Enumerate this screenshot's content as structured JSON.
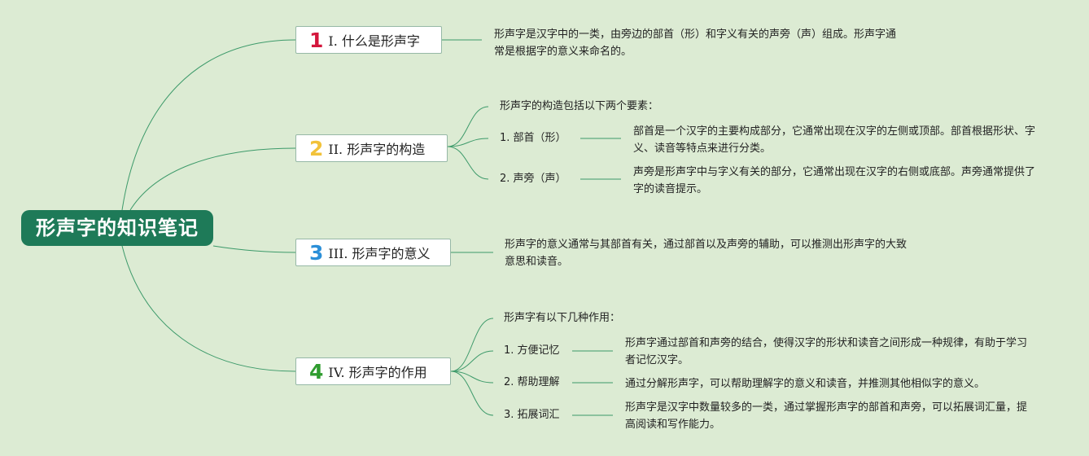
{
  "root": {
    "title": "形声字的知识笔记"
  },
  "topics": [
    {
      "num": "1",
      "num_color": "#d4163c",
      "title": "I. 什么是形声字",
      "desc": "形声字是汉字中的一类，由旁边的部首（形）和字义有关的声旁（声）组成。形声字通常是根据字的意义来命名的。"
    },
    {
      "num": "2",
      "num_color": "#f2c23a",
      "title": "II. 形声字的构造",
      "intro": "形声字的构造包括以下两个要素：",
      "items": [
        {
          "label": "1. 部首（形）",
          "desc": "部首是一个汉字的主要构成部分，它通常出现在汉字的左侧或顶部。部首根据形状、字义、读音等特点来进行分类。"
        },
        {
          "label": "2. 声旁（声）",
          "desc": "声旁是形声字中与字义有关的部分，它通常出现在汉字的右侧或底部。声旁通常提供了字的读音提示。"
        }
      ]
    },
    {
      "num": "3",
      "num_color": "#2b8fd8",
      "title": "III. 形声字的意义",
      "desc": "形声字的意义通常与其部首有关，通过部首以及声旁的辅助，可以推测出形声字的大致意思和读音。"
    },
    {
      "num": "4",
      "num_color": "#2f9c2f",
      "title": "IV. 形声字的作用",
      "intro": "形声字有以下几种作用：",
      "items": [
        {
          "label": "1. 方便记忆",
          "desc": "形声字通过部首和声旁的结合，使得汉字的形状和读音之间形成一种规律，有助于学习者记忆汉字。"
        },
        {
          "label": "2. 帮助理解",
          "desc": "通过分解形声字，可以帮助理解字的意义和读音，并推测其他相似字的意义。"
        },
        {
          "label": "3. 拓展词汇",
          "desc": "形声字是汉字中数量较多的一类，通过掌握形声字的部首和声旁，可以拓展词汇量，提高阅读和写作能力。"
        }
      ]
    }
  ],
  "colors": {
    "background": "#dcebd3",
    "root": "#1e7a58",
    "line": "#3d9a6a"
  }
}
